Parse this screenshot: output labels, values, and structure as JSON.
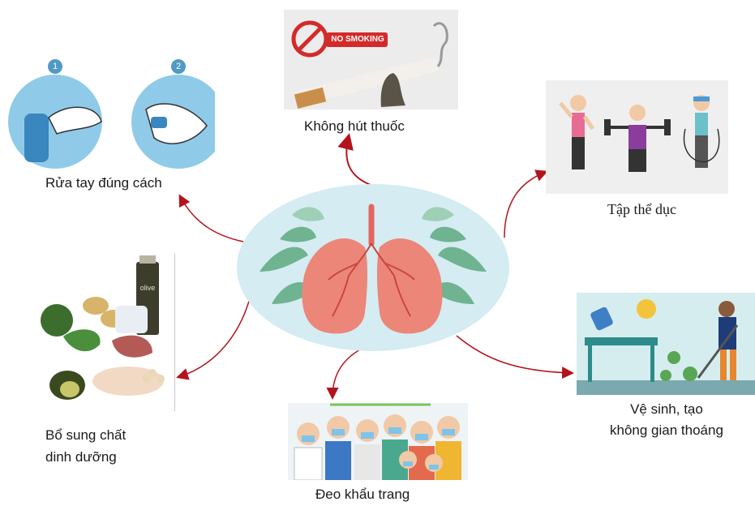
{
  "center": {
    "icon": "lungs-icon",
    "background": "#d4ecf2"
  },
  "arrow_color": "#b3141c",
  "nodes": {
    "no_smoking": {
      "badge": "NO SMOKING",
      "label": "Không hút thuốc"
    },
    "hand_wash": {
      "steps": [
        "1",
        "2"
      ],
      "label": "Rửa tay đúng cách"
    },
    "exercise": {
      "label": "Tập thể dục"
    },
    "nutrition": {
      "bottle_text": "olive",
      "label_line1": "Bổ sung chất",
      "label_line2": "dinh dưỡng"
    },
    "cleaning": {
      "label_line1": "Vệ sinh, tạo",
      "label_line2": "không gian thoáng"
    },
    "mask": {
      "label": "Đeo khẩu trang"
    }
  }
}
